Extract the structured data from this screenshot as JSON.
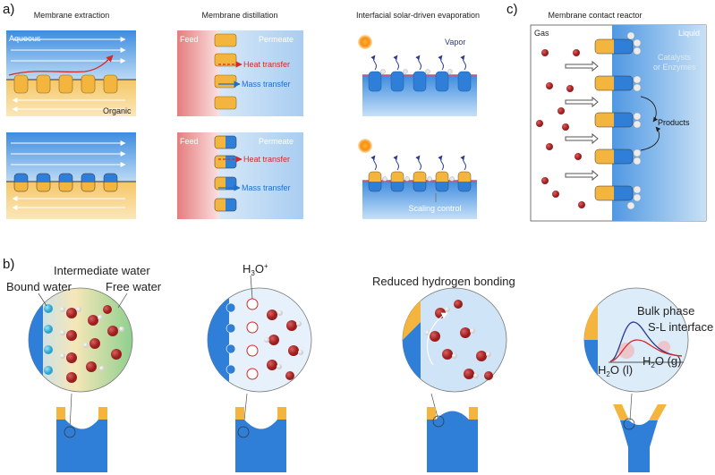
{
  "panel_labels": {
    "a": "a)",
    "b": "b)",
    "c": "c)"
  },
  "titles": {
    "membrane_extraction": "Membrane extraction",
    "membrane_distillation": "Membrane distillation",
    "solar_evaporation": "Interfacial solar-driven evaporation",
    "contact_reactor": "Membrane contact reactor"
  },
  "extraction": {
    "aqueous": "Aqueous",
    "organic": "Organic"
  },
  "distillation": {
    "feed": "Feed",
    "permeate": "Permeate",
    "heat_transfer": "Heat transfer",
    "mass_transfer": "Mass transfer"
  },
  "evaporation": {
    "vapor": "Vapor",
    "scaling_control": "Scaling control"
  },
  "reactor": {
    "gas": "Gas",
    "liquid": "Liquid",
    "catalysts_line1": "Catalysts",
    "catalysts_line2": "or Enzymes",
    "products": "Products"
  },
  "water_states": {
    "intermediate": "Intermediate water",
    "bound": "Bound water",
    "free": "Free water",
    "hydronium_base": "H",
    "hydronium_sub": "3",
    "hydronium_tail": "O",
    "hydronium_sup": "+",
    "reduced_hb": "Reduced hydrogen bonding",
    "bulk_phase": "Bulk phase",
    "sl_interface": "S-L interface",
    "h2o_l_a": "H",
    "h2o_l_sub": "2",
    "h2o_l_b": "O (l)",
    "h2o_g_a": "H",
    "h2o_g_sub": "2",
    "h2o_g_b": "O (g)"
  },
  "colors": {
    "water_blue": "#2f7fd9",
    "light_blue": "#cfe4f7",
    "organic_orange": "#f6c25f",
    "feed_red": "#e88a8a",
    "heat_red": "#d42a2a",
    "mass_blue": "#1b6fd1",
    "vapor_navy": "#2a3a8f",
    "molecule_red": "#b32a2a"
  }
}
